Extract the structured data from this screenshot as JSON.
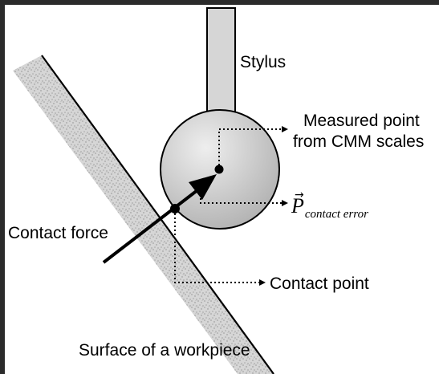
{
  "labels": {
    "stylus": "Stylus",
    "measured_point_line1": "Measured point",
    "measured_point_line2": "from CMM scales",
    "p_symbol": "P",
    "p_subscript": "contact error",
    "p_vector_mark": "→",
    "contact_force": "Contact force",
    "contact_point": "Contact point",
    "surface": "Surface of a workpiece"
  },
  "colors": {
    "frame_background": "#2b2b2b",
    "page_background": "#ffffff",
    "surface_speckle": "#bdbdbd",
    "ball_fill_light": "#e8e8e8",
    "ball_fill_dark": "#b5b5b5",
    "stylus_fill": "#d4d4d4",
    "ink": "#000000"
  }
}
